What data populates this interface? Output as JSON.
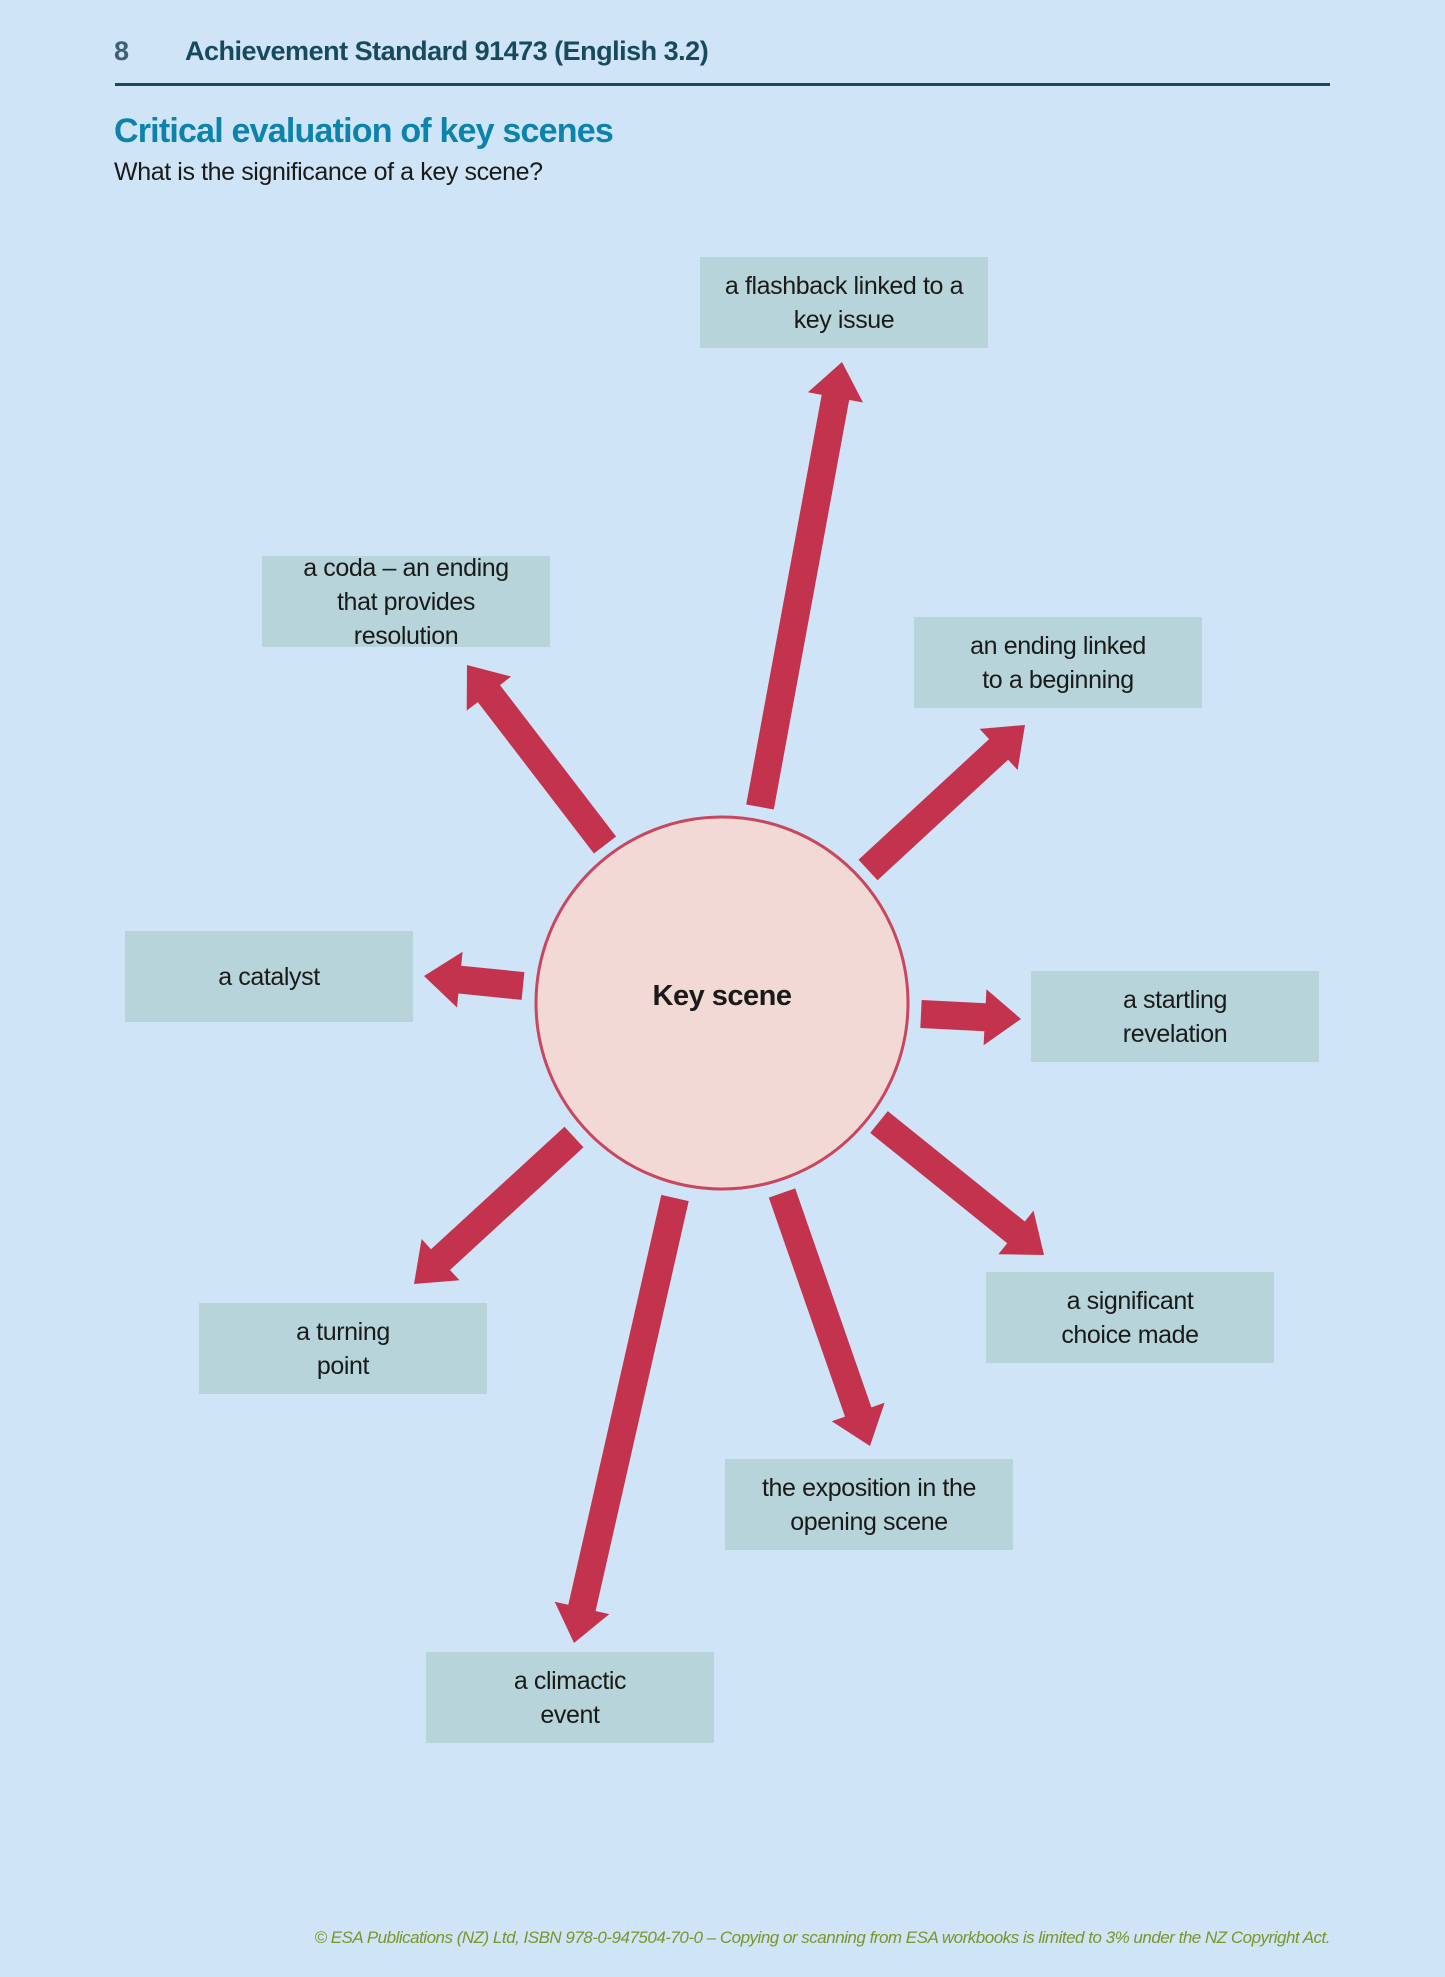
{
  "header": {
    "page_number": "8",
    "title": "Achievement Standard 91473 (English 3.2)"
  },
  "section": {
    "title": "Critical evaluation of key scenes",
    "subtitle": "What is the significance of a key scene?"
  },
  "diagram": {
    "center": "Key scene",
    "nodes": [
      {
        "id": "flashback",
        "label": "a flashback linked to a key issue"
      },
      {
        "id": "coda",
        "label": "a coda – an ending that provides resolution"
      },
      {
        "id": "ending",
        "label": "an ending linked to a beginning"
      },
      {
        "id": "catalyst",
        "label": "a catalyst"
      },
      {
        "id": "startling",
        "label": "a startling revelation"
      },
      {
        "id": "turning",
        "label": "a turning point"
      },
      {
        "id": "significant",
        "label": "a significant choice made"
      },
      {
        "id": "exposition",
        "label": "the exposition in the opening scene"
      },
      {
        "id": "climactic",
        "label": "a climactic event"
      }
    ],
    "colors": {
      "arrow": "#c4334e",
      "box": "#b6d4d9",
      "circle_fill": "#f2d9d6",
      "circle_stroke": "#c8475e"
    }
  },
  "footer": {
    "copyright": "© ESA Publications (NZ) Ltd, ISBN 978-0-947504-70-0 – Copying or scanning from ESA workbooks is limited to 3% under the NZ Copyright Act."
  }
}
